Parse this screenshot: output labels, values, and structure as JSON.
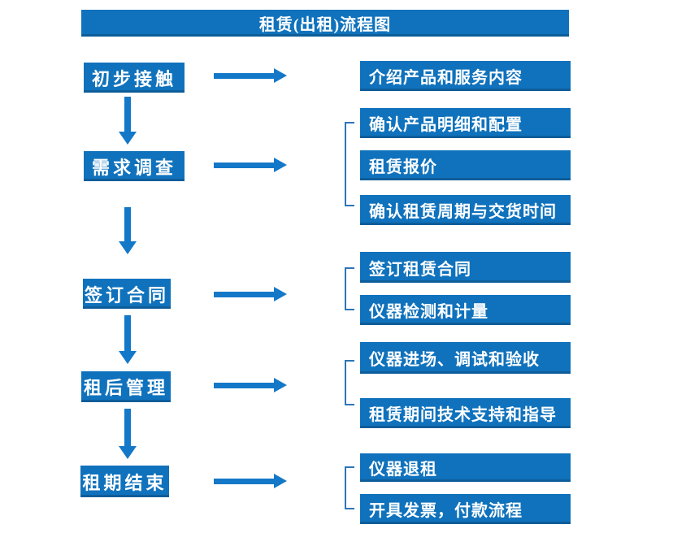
{
  "title": "租赁(出租)流程图",
  "colors": {
    "primary": "#1072bc",
    "arrow": "#1478c8",
    "bracket": "#2e75b6",
    "box_text": "#ffffff",
    "background": "#ffffff"
  },
  "steps": [
    {
      "label": "初步接触",
      "details": [
        "介绍产品和服务内容"
      ]
    },
    {
      "label": "需求调查",
      "details": [
        "确认产品明细和配置",
        "租赁报价",
        "确认租赁周期与交货时间"
      ]
    },
    {
      "label": "签订合同",
      "details": [
        "签订租赁合同",
        "仪器检测和计量"
      ]
    },
    {
      "label": "租后管理",
      "details": [
        "仪器进场、调试和验收",
        "租赁期间技术支持和指导"
      ]
    },
    {
      "label": "租期结束",
      "details": [
        "仪器退租",
        "开具发票，付款流程"
      ]
    }
  ]
}
